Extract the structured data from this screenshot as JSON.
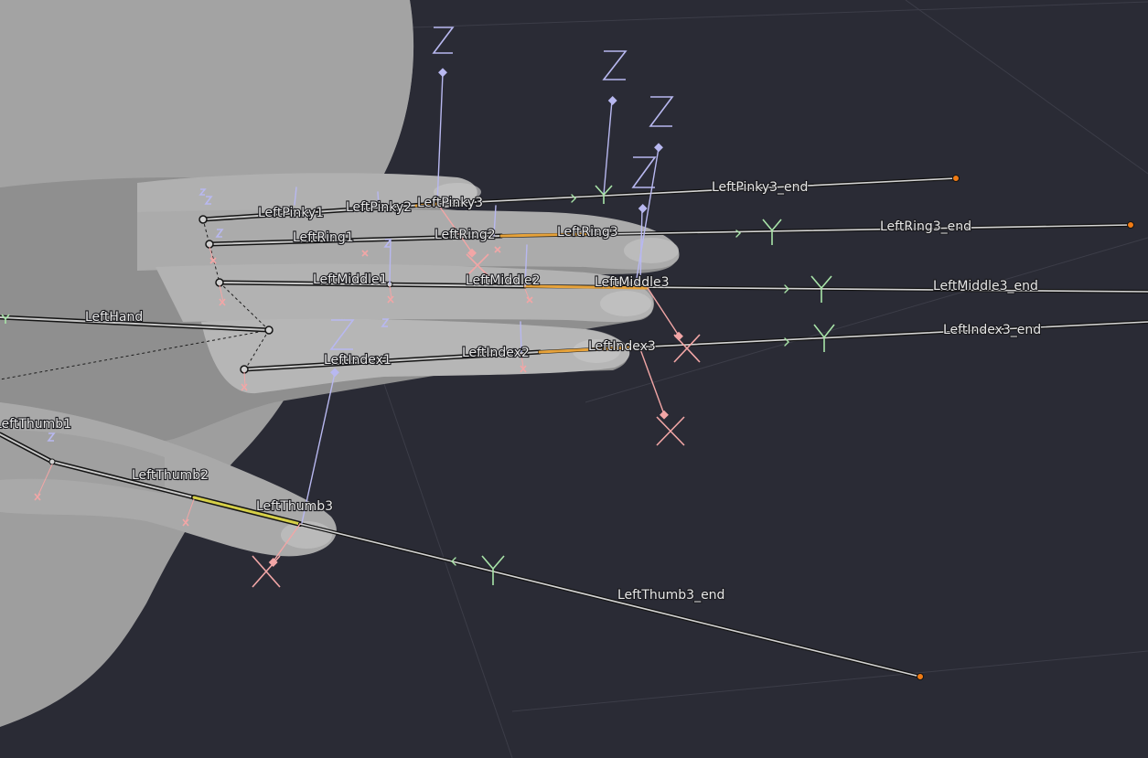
{
  "scene": {
    "colors": {
      "background": "#2a2b35",
      "mesh": "#a7a7a7",
      "mesh_shadow": "#7f7f7f",
      "bone_outline": "#141414",
      "bone_fill": "#c8c8c8",
      "selected_bone": "#e6a23a",
      "selected_bone_alt": "#d6d048",
      "tail_point": "#f07b14",
      "axis_x": "#f2a6a6",
      "axis_y": "#a8e4a8",
      "axis_z": "#b8b8f0",
      "grid": "#3c3d48"
    },
    "bones": {
      "hand": "LeftHand",
      "pinky1": "LeftPinky1",
      "pinky2": "LeftPinky2",
      "pinky3": "LeftPinky3",
      "pinky3_end": "LeftPinky3_end",
      "ring1": "LeftRing1",
      "ring2": "LeftRing2",
      "ring3": "LeftRing3",
      "ring3_end": "LeftRing3_end",
      "middle1": "LeftMiddle1",
      "middle2": "LeftMiddle2",
      "middle3": "LeftMiddle3",
      "middle3_end": "LeftMiddle3_end",
      "index1": "LeftIndex1",
      "index2": "LeftIndex2",
      "index3": "LeftIndex3",
      "index3_end": "LeftIndex3_end",
      "thumb1": "LeftThumb1",
      "thumb2": "LeftThumb2",
      "thumb3": "LeftThumb3",
      "thumb3_end": "LeftThumb3_end"
    },
    "axes": {
      "x": "X",
      "y": "Y",
      "z": "Z"
    }
  }
}
